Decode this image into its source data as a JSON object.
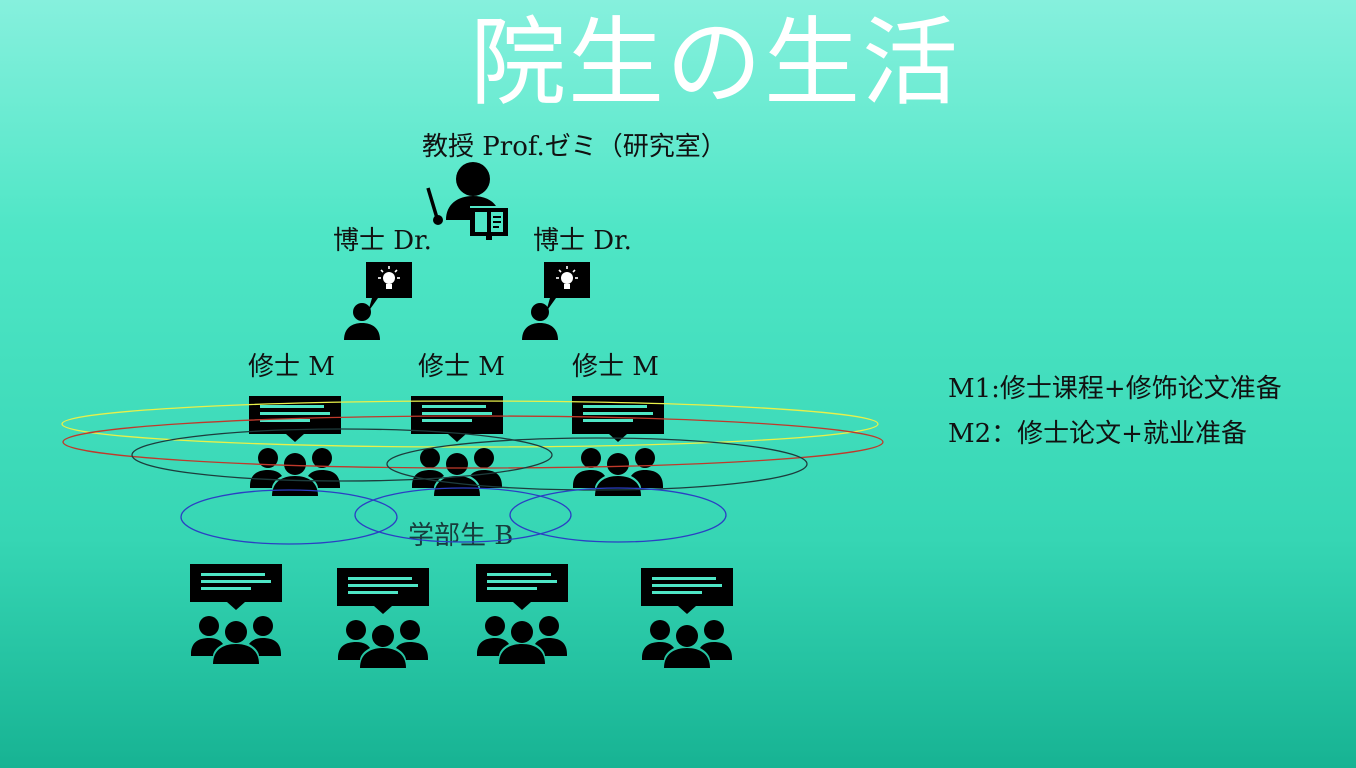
{
  "title": "院生の生活",
  "labels": {
    "professor": "教授 Prof.ゼミ（研究室）",
    "doctor_left": "博士 Dr.",
    "doctor_right": "博士 Dr.",
    "master_1": "修士 M",
    "master_2": "修士 M",
    "master_3": "修士 M",
    "undergrad": "学部生 B"
  },
  "notes": {
    "m1": "M1:修士课程+修饰论文准备",
    "m2": "M2：修士论文+就业准备"
  },
  "icons": {
    "professor": "teacher-with-pointer-icon",
    "doctor": "person-idea-speech-icon",
    "group": "group-discussion-icon"
  },
  "colors": {
    "background_top": "#86f0dd",
    "background_bottom": "#17b393",
    "title": "#ffffff",
    "text": "#111111",
    "ring_yellow": "#e8f04a",
    "ring_red": "#c0392b",
    "ring_dark": "#1d3c3c",
    "ring_blue": "#2b3fc4"
  }
}
